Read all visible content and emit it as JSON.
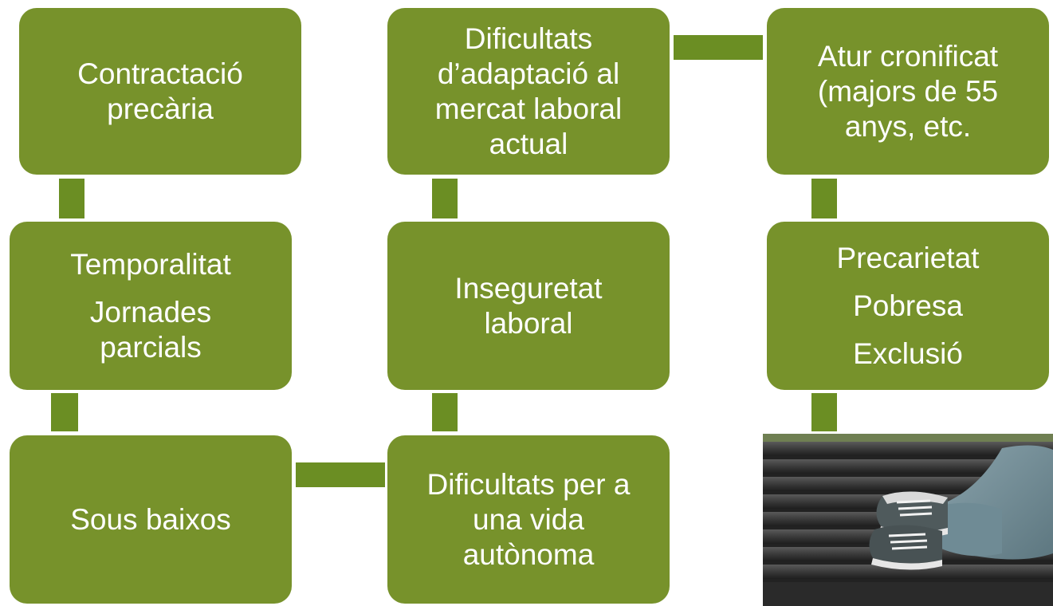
{
  "nodes": {
    "contractacio": [
      "Contractació",
      "precària"
    ],
    "temporalitat": "Temporalitat",
    "jornades": [
      "Jornades",
      "parcials"
    ],
    "sous": "Sous baixos",
    "dificultats_adaptacio": [
      "Dificultats",
      "d’adaptació al",
      "mercat laboral",
      "actual"
    ],
    "inseguretat": [
      "Inseguretat",
      "laboral"
    ],
    "dificultats_vida": [
      "Dificultats per a",
      "una vida",
      "autònoma"
    ],
    "atur": [
      "Atur cronificat",
      "(majors de 55",
      "anys, etc."
    ],
    "precarietat": "Precarietat",
    "pobresa": "Pobresa",
    "exclusio": "Exclusió"
  },
  "colors": {
    "box": "#77922b",
    "connector": "#6b8e23",
    "text": "#ffffff"
  },
  "photo": {
    "subject": "feet-in-sneakers-on-park-bench"
  }
}
